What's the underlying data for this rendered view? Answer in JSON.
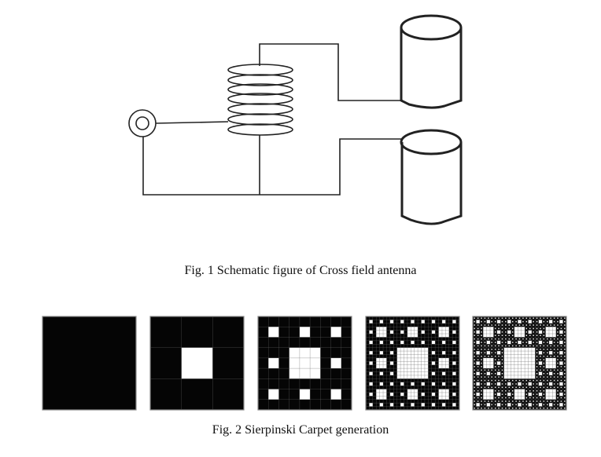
{
  "figure1": {
    "caption": "Fig. 1 Schematic figure of Cross field antenna",
    "components": [
      "coaxial-feed",
      "helical-coil",
      "upper-cylinder-electrode",
      "lower-cylinder-electrode"
    ],
    "coil_turns": 7
  },
  "figure2": {
    "caption": "Fig. 2 Sierpinski Carpet generation",
    "iterations": [
      0,
      1,
      2,
      3,
      4
    ]
  }
}
